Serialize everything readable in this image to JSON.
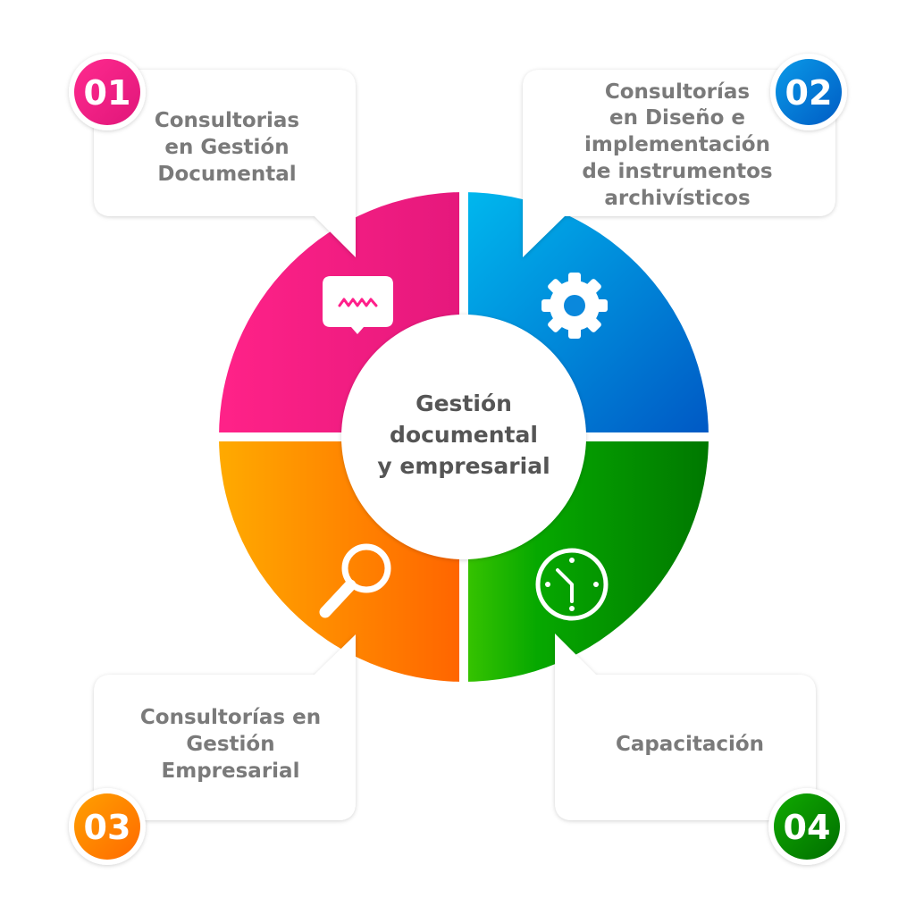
{
  "center": {
    "lines": [
      "Gestión",
      "documental",
      "y empresarial"
    ]
  },
  "items": [
    {
      "number": "01",
      "lines": [
        "Consultorias",
        "en Gestión",
        "Documental"
      ],
      "icon": "chat-bubble-icon",
      "color": "#ff1f8a"
    },
    {
      "number": "02",
      "lines": [
        "Consultorías",
        "en Diseño e",
        "implementación",
        "de instrumentos",
        "archivísticos"
      ],
      "icon": "gear-icon",
      "color": "#0077d6"
    },
    {
      "number": "03",
      "lines": [
        "Consultorías en",
        "Gestión",
        "Empresarial"
      ],
      "icon": "magnifier-icon",
      "color": "#ff8a00"
    },
    {
      "number": "04",
      "lines": [
        "Capacitación"
      ],
      "icon": "clock-icon",
      "color": "#0a9a00"
    }
  ]
}
